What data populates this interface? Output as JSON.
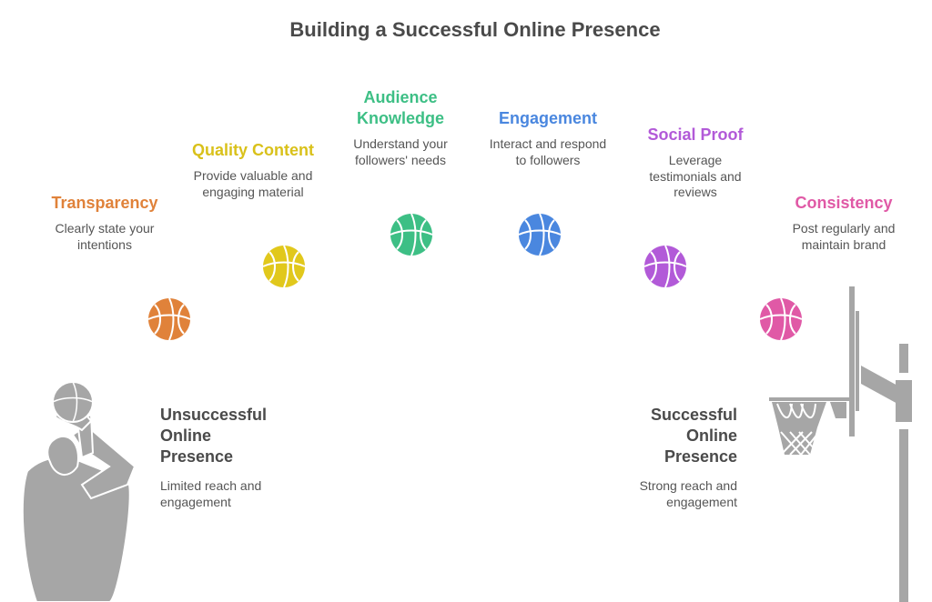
{
  "title": "Building a Successful Online Presence",
  "steps": [
    {
      "title": "Transparency",
      "desc1": "Clearly state your",
      "desc2": "intentions",
      "desc3": "",
      "color": "#e0823a"
    },
    {
      "title": "Quality Content",
      "desc1": "Provide valuable and",
      "desc2": "engaging material",
      "desc3": "",
      "color": "#e1c81c"
    },
    {
      "title": "Audience Knowledge",
      "desc1": "Understand your",
      "desc2": "followers' needs",
      "desc3": "",
      "color": "#3dbf85"
    },
    {
      "title": "Engagement",
      "desc1": "Interact and respond",
      "desc2": "to followers",
      "desc3": "",
      "color": "#4a87df"
    },
    {
      "title": "Social Proof",
      "desc1": "Leverage",
      "desc2": "testimonials and",
      "desc3": "reviews",
      "color": "#b25ad8"
    },
    {
      "title": "Consistency",
      "desc1": "Post regularly and",
      "desc2": "maintain brand",
      "desc3": "",
      "color": "#e059a6"
    }
  ],
  "start": {
    "title1": "Unsuccessful",
    "title2": "Online",
    "title3": "Presence",
    "desc1": "Limited reach and",
    "desc2": "engagement"
  },
  "end": {
    "title1": "Successful",
    "title2": "Online",
    "title3": "Presence",
    "desc1": "Strong reach and",
    "desc2": "engagement"
  }
}
